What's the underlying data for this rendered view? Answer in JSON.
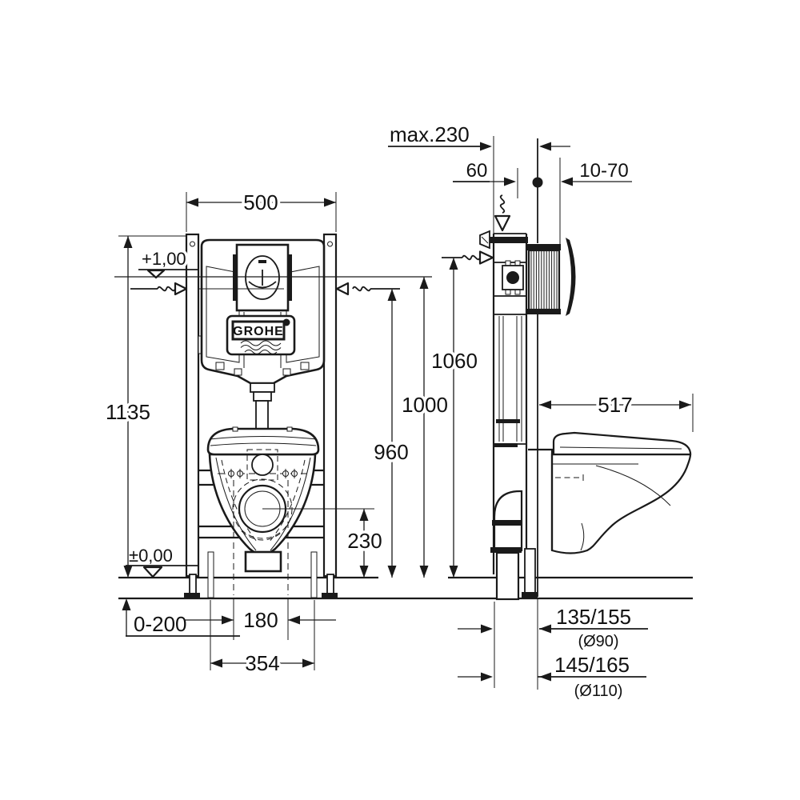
{
  "page": {
    "background": "#ffffff",
    "line_color": "#1a1a1a",
    "description": "Technical installation drawing of a wall-hung WC frame (front and side views) with millimetre dimensions"
  },
  "brand": {
    "logo": "GROHE"
  },
  "front_view": {
    "width": "500",
    "height": "1135",
    "upper_level": "+1,00",
    "zero_level": "±0,00",
    "floor_buildup": "0-200",
    "bolt_spacing": "180",
    "base_spacing": "354",
    "drain_height": "230"
  },
  "heights": {
    "supply": "1060",
    "level_line": "1000",
    "flush": "960"
  },
  "side_view": {
    "max_depth": "max.230",
    "front_offset": "60",
    "wall_range": "10-70",
    "bowl_depth": "517",
    "drain_offset_a": "135/155",
    "drain_pipe_a": "(Ø90)",
    "drain_offset_b": "145/165",
    "drain_pipe_b": "(Ø110)"
  }
}
